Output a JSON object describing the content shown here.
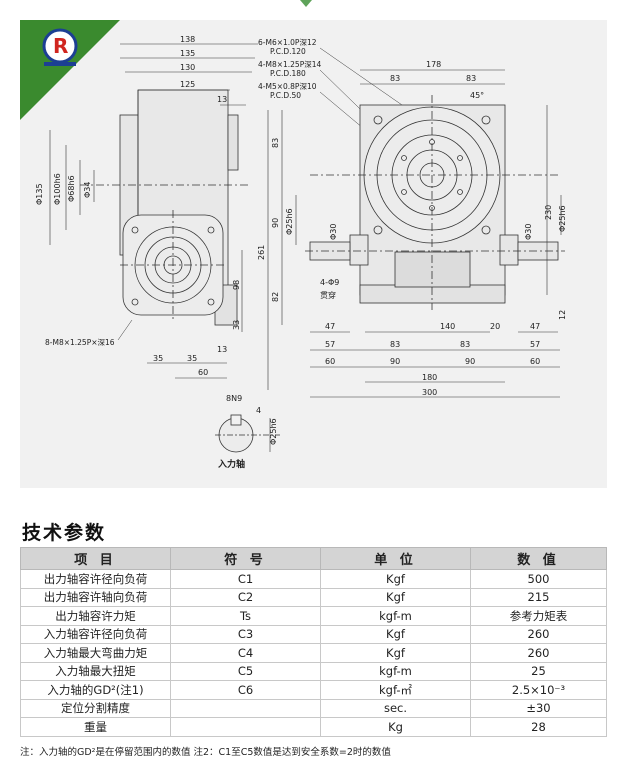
{
  "drawing": {
    "logo_letter": "R",
    "dims_top": [
      "138",
      "135",
      "130",
      "125",
      "13"
    ],
    "holes": [
      "6-M6×1.0P深12",
      "P.C.D.120",
      "4-M8×1.25P深14",
      "P.C.D.180",
      "4-M5×0.8P深10",
      "P.C.D.50"
    ],
    "dims_left_vertical": [
      "Φ135",
      "Φ100h6",
      "Φ68h6",
      "Φ34"
    ],
    "dims_mid_vertical": [
      "83",
      "90",
      "261",
      "Φ25h6",
      "82",
      "98",
      "33",
      "13"
    ],
    "dims_right_top": [
      "178",
      "83",
      "83",
      "45°"
    ],
    "dims_right_vertical": [
      "230",
      "Φ25h6",
      "Φ30",
      "12"
    ],
    "dims_side_left": [
      "Φ30",
      "4-Φ9",
      "贯穿"
    ],
    "dims_bottom_left": [
      "35",
      "35",
      "60",
      "13"
    ],
    "label_bottom_left": "8-M8×1.25P×深16",
    "dims_bottom_right": [
      "47",
      "140",
      "20",
      "47",
      "57",
      "83",
      "83",
      "57",
      "60",
      "90",
      "90",
      "60",
      "180",
      "300"
    ],
    "key": [
      "8N9",
      "4",
      "Φ25h6"
    ],
    "input_shaft_label": "入力轴"
  },
  "section_title": "技术参数",
  "table": {
    "headers": [
      "项  目",
      "符  号",
      "单  位",
      "数  值"
    ],
    "rows": [
      [
        "出力轴容许径向负荷",
        "C1",
        "Kgf",
        "500"
      ],
      [
        "出力轴容许轴向负荷",
        "C2",
        "Kgf",
        "215"
      ],
      [
        "出力轴容许力矩",
        "Ts",
        "kgf-m",
        "参考力矩表"
      ],
      [
        "入力轴容许径向负荷",
        "C3",
        "Kgf",
        "260"
      ],
      [
        "入力轴最大弯曲力矩",
        "C4",
        "Kgf",
        "260"
      ],
      [
        "入力轴最大扭矩",
        "C5",
        "kgf-m",
        "25"
      ],
      [
        "入力轴的GD²(注1)",
        "C6",
        "kgf-㎡",
        "2.5×10⁻³"
      ],
      [
        "定位分割精度",
        "",
        "sec.",
        "±30"
      ],
      [
        "重量",
        "",
        "Kg",
        "28"
      ]
    ]
  },
  "note": "注：入力轴的GD²是在停留范围内的数值  注2：C1至C5数值是达到安全系数=2时的数值",
  "colors": {
    "accent_green": "#3a8a2e",
    "logo_red": "#d0251f",
    "logo_blue": "#1c3f93"
  }
}
